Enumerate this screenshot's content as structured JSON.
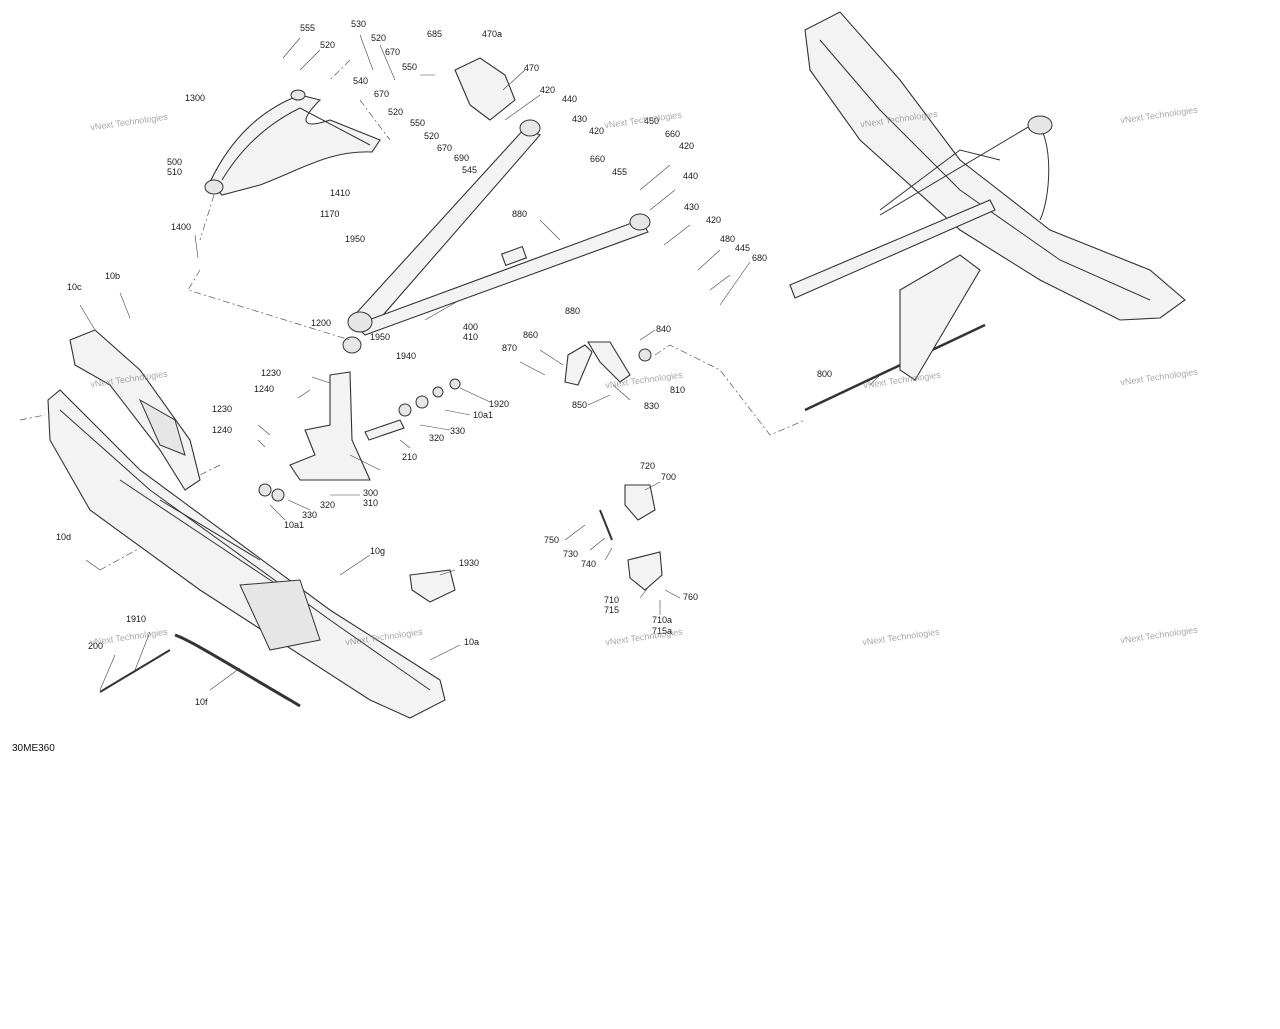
{
  "diagram": {
    "code": "30ME360",
    "watermark": "vNext Technologies",
    "callouts": [
      "555",
      "520",
      "530",
      "520",
      "670",
      "550",
      "540",
      "670",
      "520",
      "550",
      "520",
      "670",
      "690",
      "545",
      "685",
      "470a",
      "470",
      "420",
      "440",
      "430",
      "420",
      "450",
      "660",
      "660",
      "420",
      "455",
      "880",
      "440",
      "430",
      "420",
      "480",
      "445",
      "680",
      "1300",
      "500",
      "510",
      "1410",
      "1170",
      "1950",
      "1400",
      "10b",
      "10c",
      "1200",
      "400",
      "410",
      "1950",
      "1940",
      "880",
      "840",
      "860",
      "870",
      "810",
      "850",
      "830",
      "1230",
      "1240",
      "1920",
      "10a1",
      "1230",
      "1240",
      "330",
      "320",
      "210",
      "300",
      "310",
      "320",
      "330",
      "10a1",
      "10d",
      "10g",
      "1930",
      "720",
      "700",
      "750",
      "730",
      "740",
      "710",
      "715",
      "760",
      "710a",
      "715a",
      "1910",
      "200",
      "10f",
      "10a",
      "800"
    ]
  }
}
